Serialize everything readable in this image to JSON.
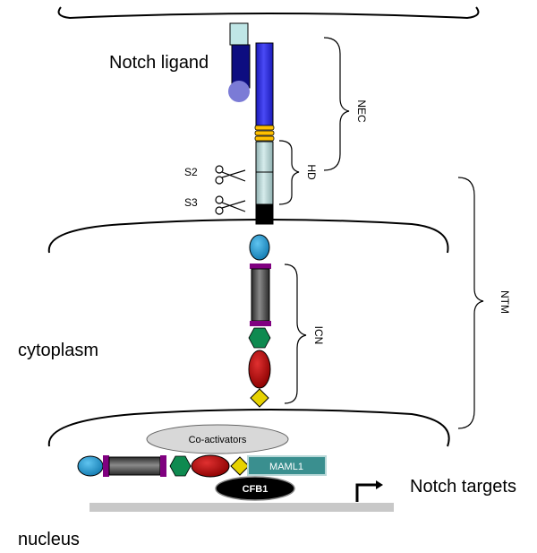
{
  "labels": {
    "notch_ligand": "Notch ligand",
    "nec": "NEC",
    "hd": "HD",
    "s2": "S2",
    "s3": "S3",
    "ntm": "NTM",
    "icn": "ICN",
    "cytoplasm": "cytoplasm",
    "co_activators": "Co-activators",
    "maml1": "MAML1",
    "cfb1": "CFB1",
    "notch_targets": "Notch targets",
    "nucleus": "nucleus"
  },
  "colors": {
    "receptor_blue": "#2e2ee0",
    "ligand_navy": "#0d0d80",
    "ligand_ball": "#7b7bd6",
    "ligand_cap": "#bfe6e6",
    "lnr_yellow": "#ffc000",
    "hd_segment": "#a9c7c7",
    "membrane_black": "#000000",
    "ank_gray": "#505050",
    "cap_purple": "#800080",
    "ram_blue": "#1e9ad6",
    "hex_green": "#0f8a50",
    "tad_red": "#b00000",
    "pest_yellow": "#e6d200",
    "maml1_teal": "#3a8f8f",
    "coact_gray": "#d8d8d8",
    "dna_gray": "#c8c8c8"
  }
}
